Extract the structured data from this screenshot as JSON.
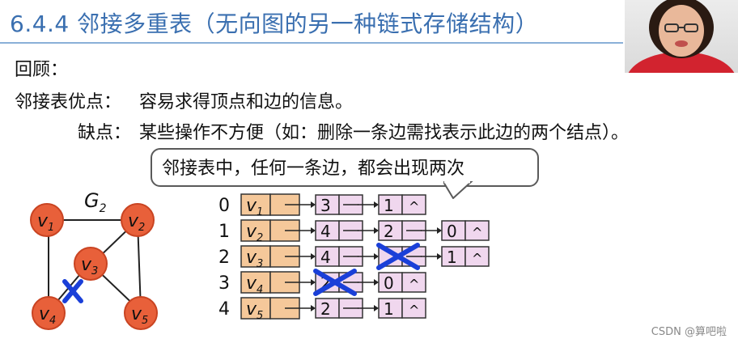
{
  "title": "6.4.4 邻接多重表（无向图的另一种链式存储结构）",
  "text": {
    "review": "回顾：",
    "advantages_label": "邻接表优点：",
    "advantages": "容易求得顶点和边的信息。",
    "disadvantages_label": "缺点：",
    "disadvantages": "某些操作不方便（如：删除一条边需找表示此边的两个结点）。",
    "callout": "邻接表中，任何一条边，都会出现两次"
  },
  "graph": {
    "label": "G",
    "label_sub": "2",
    "vertices": [
      {
        "name": "v",
        "sub": "1"
      },
      {
        "name": "v",
        "sub": "2"
      },
      {
        "name": "v",
        "sub": "3"
      },
      {
        "name": "v",
        "sub": "4"
      },
      {
        "name": "v",
        "sub": "5"
      }
    ]
  },
  "adjacency": {
    "rows": [
      {
        "index": "0",
        "vertex": "v",
        "sub": "1",
        "nodes": [
          "3",
          "1"
        ],
        "crossed": []
      },
      {
        "index": "1",
        "vertex": "v",
        "sub": "2",
        "nodes": [
          "4",
          "2",
          "0"
        ],
        "crossed": []
      },
      {
        "index": "2",
        "vertex": "v",
        "sub": "3",
        "nodes": [
          "4",
          "",
          "1"
        ],
        "crossed": [
          1
        ]
      },
      {
        "index": "3",
        "vertex": "v",
        "sub": "4",
        "nodes": [
          "2",
          "0"
        ],
        "crossed": [
          0
        ]
      },
      {
        "index": "4",
        "vertex": "v",
        "sub": "5",
        "nodes": [
          "2",
          "1"
        ],
        "crossed": []
      }
    ],
    "null_symbol": "^"
  },
  "watermark": "CSDN @算吧啦",
  "colors": {
    "title": "#3a6fb0",
    "vertex_fill": "#e8603a",
    "node_fill": "#f0d7ee",
    "head_fill": "#f5c89a",
    "cross": "#1a3fd8"
  }
}
